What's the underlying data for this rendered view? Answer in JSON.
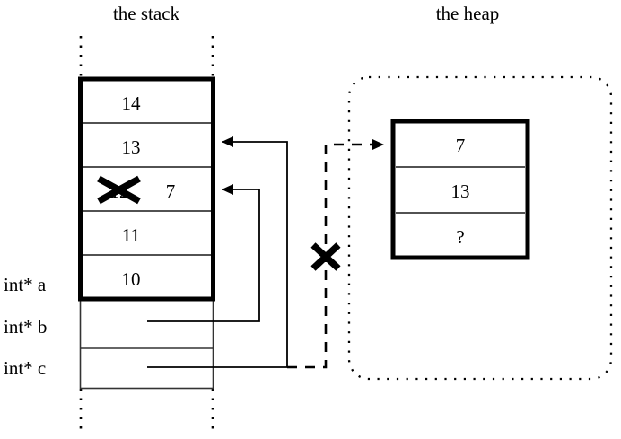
{
  "diagram": {
    "kind": "memory-diagram",
    "titles": {
      "stack": "the stack",
      "heap": "the heap"
    },
    "colors": {
      "ink": "#000000",
      "background": "#ffffff",
      "cell_divider": "#3a3a3a"
    },
    "stack": {
      "boxed_cells": [
        {
          "value": "14"
        },
        {
          "value": "13"
        },
        {
          "value": "12",
          "struck": true,
          "replacement": "7"
        },
        {
          "value": "11"
        },
        {
          "value": "10"
        }
      ],
      "pointer_cells": [
        {
          "label": "int* a",
          "value": ""
        },
        {
          "label": "int* b",
          "value": ""
        },
        {
          "label": "int* c",
          "value": ""
        }
      ],
      "labels": [
        "int* a",
        "int* b",
        "int* c"
      ]
    },
    "heap": {
      "cells": [
        {
          "value": "7"
        },
        {
          "value": "13"
        },
        {
          "value": "?"
        }
      ]
    },
    "marks": {
      "strikeout_cell": "X",
      "broken_pointer": "X"
    },
    "arrows": [
      {
        "name": "b-to-stack-12-cell",
        "style": "solid",
        "target": "stack-cell-12"
      },
      {
        "name": "c-to-stack-13-cell",
        "style": "solid",
        "target": "stack-cell-13"
      },
      {
        "name": "a-to-heap-block",
        "style": "dashed",
        "target": "heap-block",
        "broken": true
      }
    ]
  }
}
